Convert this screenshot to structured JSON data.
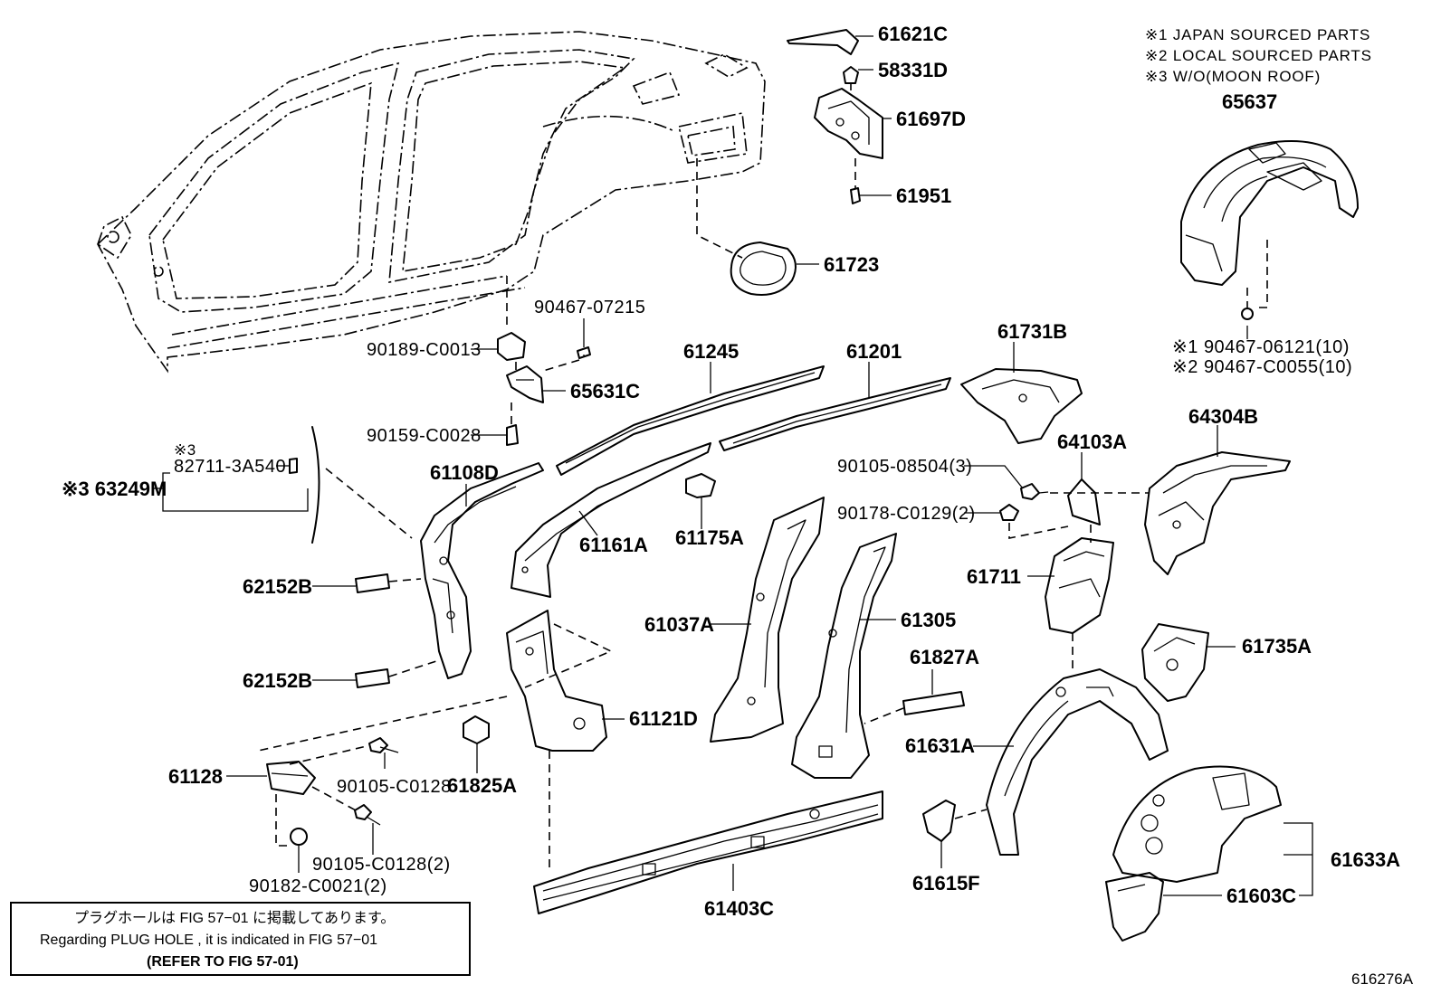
{
  "notes": [
    "※1 JAPAN SOURCED PARTS",
    "※2 LOCAL SOURCED PARTS",
    "※3 W/O(MOON ROOF)"
  ],
  "labels": {
    "p61621C": "61621C",
    "p58331D": "58331D",
    "p61697D": "61697D",
    "p61951": "61951",
    "p61723": "61723",
    "p65637": "65637",
    "p90467_06121": "※1 90467-06121(10)",
    "p90467_C0055": "※2 90467-C0055(10)",
    "p90467_07215": "90467-07215",
    "p90189_C0013": "90189-C0013",
    "p65631C": "65631C",
    "p90159_C0028": "90159-C0028",
    "p61245": "61245",
    "p61201": "61201",
    "p61731B": "61731B",
    "p64304B": "64304B",
    "p64103A": "64103A",
    "p90105_08504": "90105-08504(3)",
    "p90178_C0129": "90178-C0129(2)",
    "p82711_note": "※3",
    "p82711": "82711-3A540",
    "p63249M": "※3 63249M",
    "p61108D": "61108D",
    "p62152B_1": "62152B",
    "p62152B_2": "62152B",
    "p61161A": "61161A",
    "p61175A": "61175A",
    "p61711": "61711",
    "p61037A": "61037A",
    "p61305": "61305",
    "p61735A": "61735A",
    "p61827A": "61827A",
    "p61121D": "61121D",
    "p61631A": "61631A",
    "p61128": "61128",
    "p90105_C0128": "90105-C0128",
    "p61825A": "61825A",
    "p90105_C0128_2": "90105-C0128(2)",
    "p90182_C0021": "90182-C0021(2)",
    "p61615F": "61615F",
    "p61403C": "61403C",
    "p61633A": "61633A",
    "p61603C": "61603C"
  },
  "notebox": {
    "line1": "プラグホールは FIG 57−01 に掲載してあります。",
    "line2": "Regarding  PLUG  HOLE , it is indicated in  FIG  57−01",
    "line3": "(REFER TO FIG 57-01)"
  },
  "figure_number": "616276A"
}
